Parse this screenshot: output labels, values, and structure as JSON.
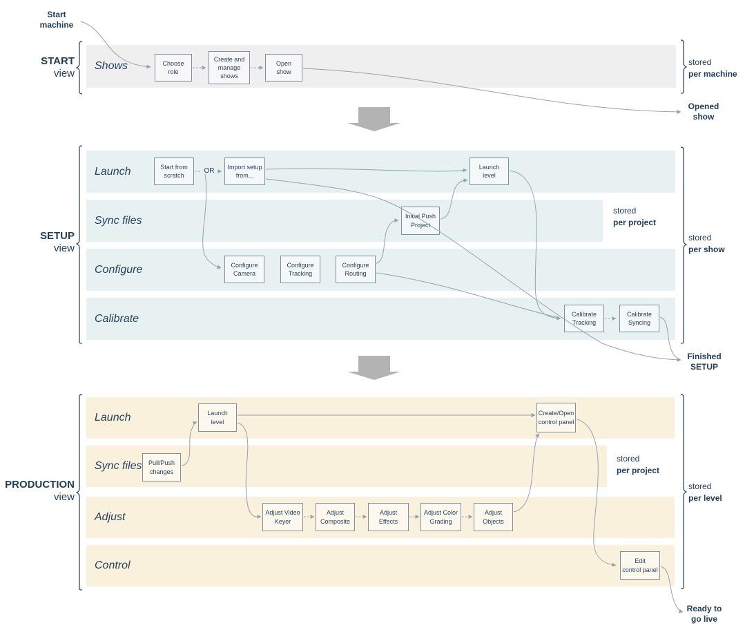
{
  "diagram_title": "Show workflow swimlane diagram",
  "colors": {
    "navy_text": "#1f3d59",
    "lane_gray": "#efefef",
    "lane_blue": "#e8f1f2",
    "lane_cream": "#faf1dd",
    "box_border": "#7d8e9c",
    "connector": "#93a2ae",
    "section_arrow": "#b3b3b3"
  },
  "annotations": {
    "start_machine": "Start\nmachine",
    "opened_show": "Opened\nshow",
    "finished_setup": "Finished\nSETUP",
    "ready_go_live": "Ready to\ngo live"
  },
  "sections": {
    "start": {
      "side_label": "START",
      "side_sublabel": "view",
      "stored": {
        "line1": "stored",
        "line2": "per machine"
      },
      "lanes": [
        {
          "label": "Shows"
        }
      ],
      "boxes": [
        {
          "label": "Choose\nrole"
        },
        {
          "label": "Create and\nmanage\nshows"
        },
        {
          "label": "Open\nshow"
        }
      ]
    },
    "setup": {
      "side_label": "SETUP",
      "side_sublabel": "view",
      "or_label": "OR",
      "stored_project": {
        "line1": "stored",
        "line2": "per project"
      },
      "stored_show": {
        "line1": "stored",
        "line2": "per show"
      },
      "lanes": [
        {
          "label": "Launch"
        },
        {
          "label": "Sync files"
        },
        {
          "label": "Configure"
        },
        {
          "label": "Calibrate"
        }
      ],
      "boxes": [
        {
          "label": "Start from\nscratch"
        },
        {
          "label": "Import setup\nfrom..."
        },
        {
          "label": "Launch\nlevel"
        },
        {
          "label": "Initial Push\nProject"
        },
        {
          "label": "Configure\nCamera"
        },
        {
          "label": "Configure\nTracking"
        },
        {
          "label": "Configure\nRouting"
        },
        {
          "label": "Calibrate\nTracking"
        },
        {
          "label": "Calibrate\nSyncing"
        }
      ]
    },
    "production": {
      "side_label": "PRODUCTION",
      "side_sublabel": "view",
      "stored_project": {
        "line1": "stored",
        "line2": "per project"
      },
      "stored_level": {
        "line1": "stored",
        "line2": "per level"
      },
      "lanes": [
        {
          "label": "Launch"
        },
        {
          "label": "Sync files"
        },
        {
          "label": "Adjust"
        },
        {
          "label": "Control"
        }
      ],
      "boxes": [
        {
          "label": "Launch\nlevel"
        },
        {
          "label": "Pull/Push\nchanges"
        },
        {
          "label": "Adjust Video\nKeyer"
        },
        {
          "label": "Adjust\nComposite"
        },
        {
          "label": "Adjust\nEffects"
        },
        {
          "label": "Adjust Color\nGrading"
        },
        {
          "label": "Adjust\nObjects"
        },
        {
          "label": "Create/Open\ncontrol panel"
        },
        {
          "label": "Edit\ncontrol panel"
        }
      ]
    }
  }
}
